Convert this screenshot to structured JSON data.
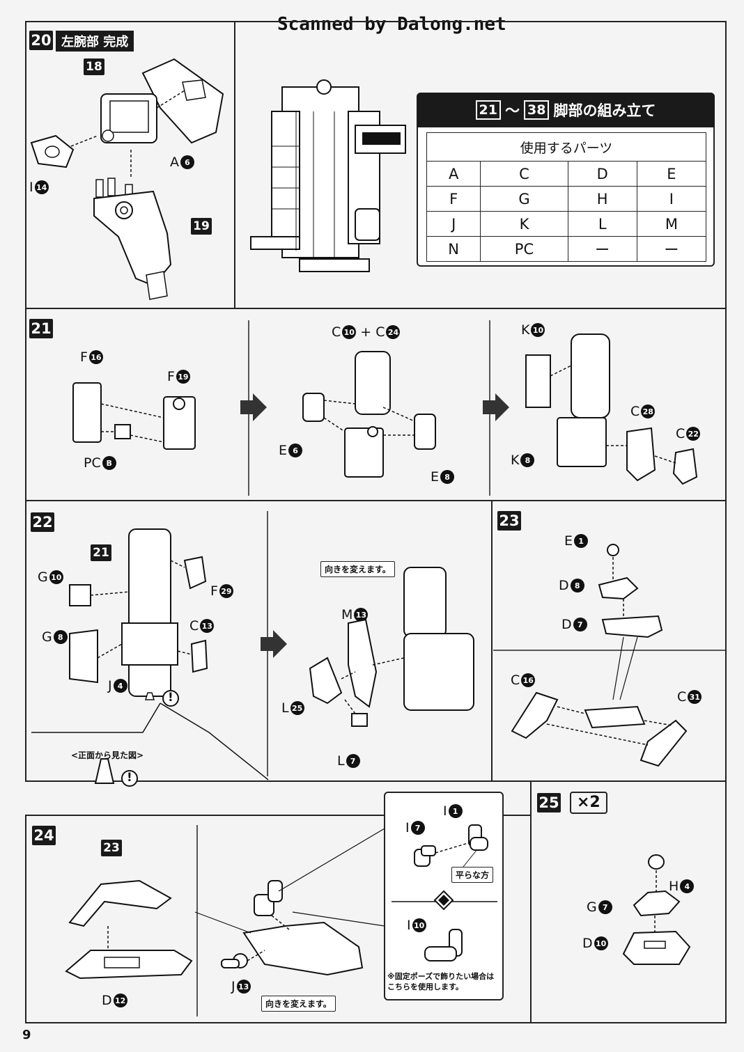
{
  "watermark": "Scanned by Dalong.net",
  "step20": {
    "num": "20",
    "title": "左腕部 完成",
    "ref18": "18",
    "ref19": "19",
    "labels": [
      {
        "letter": "A",
        "n": "6"
      },
      {
        "letter": "I",
        "n": "14"
      }
    ]
  },
  "parts_header": {
    "from": "21",
    "sep": "～",
    "to": "38",
    "text": "脚部の組み立て"
  },
  "parts_table": {
    "title": "使用するパーツ",
    "rows": [
      [
        "A",
        "C",
        "D",
        "E"
      ],
      [
        "F",
        "G",
        "H",
        "I"
      ],
      [
        "J",
        "K",
        "L",
        "M"
      ],
      [
        "N",
        "PC",
        "ー",
        "ー"
      ]
    ]
  },
  "step21": {
    "num": "21",
    "a": [
      {
        "letter": "F",
        "n": "16"
      },
      {
        "letter": "F",
        "n": "19"
      },
      {
        "letter": "PC",
        "n": "B"
      }
    ],
    "b": [
      {
        "letter": "C",
        "n": "10"
      },
      {
        "letter": "C",
        "n": "24"
      },
      {
        "letter": "E",
        "n": "6"
      },
      {
        "letter": "E",
        "n": "8"
      }
    ],
    "plus": "+",
    "c": [
      {
        "letter": "K",
        "n": "10"
      },
      {
        "letter": "C",
        "n": "28"
      },
      {
        "letter": "C",
        "n": "22"
      },
      {
        "letter": "K",
        "n": "8"
      }
    ]
  },
  "step22": {
    "num": "22",
    "ref21": "21",
    "labels": [
      {
        "letter": "G",
        "n": "10"
      },
      {
        "letter": "F",
        "n": "29"
      },
      {
        "letter": "C",
        "n": "13"
      },
      {
        "letter": "G",
        "n": "8"
      },
      {
        "letter": "J",
        "n": "4"
      },
      {
        "letter": "M",
        "n": "13"
      },
      {
        "letter": "L",
        "n": "25"
      },
      {
        "letter": "L",
        "n": "7"
      }
    ],
    "front_view": "<正面から見た図>",
    "turn_note": "向きを変えます。",
    "caution": "!"
  },
  "step23": {
    "num": "23",
    "labels": [
      {
        "letter": "E",
        "n": "1"
      },
      {
        "letter": "D",
        "n": "8"
      },
      {
        "letter": "D",
        "n": "7"
      },
      {
        "letter": "C",
        "n": "16"
      },
      {
        "letter": "C",
        "n": "31"
      }
    ]
  },
  "step24": {
    "num": "24",
    "ref23": "23",
    "labels": [
      {
        "letter": "D",
        "n": "12"
      },
      {
        "letter": "J",
        "n": "13"
      },
      {
        "letter": "I",
        "n": "1"
      },
      {
        "letter": "I",
        "n": "7"
      },
      {
        "letter": "I",
        "n": "10"
      }
    ],
    "flat_side": "平らな方",
    "turn_note": "向きを変えます。",
    "fixed_pose_note": "※固定ポーズで飾りたい場合は\nこちらを使用します。"
  },
  "step25": {
    "num": "25",
    "times": "×2",
    "labels": [
      {
        "letter": "H",
        "n": "4"
      },
      {
        "letter": "G",
        "n": "7"
      },
      {
        "letter": "D",
        "n": "10"
      }
    ]
  },
  "page_number": "9"
}
